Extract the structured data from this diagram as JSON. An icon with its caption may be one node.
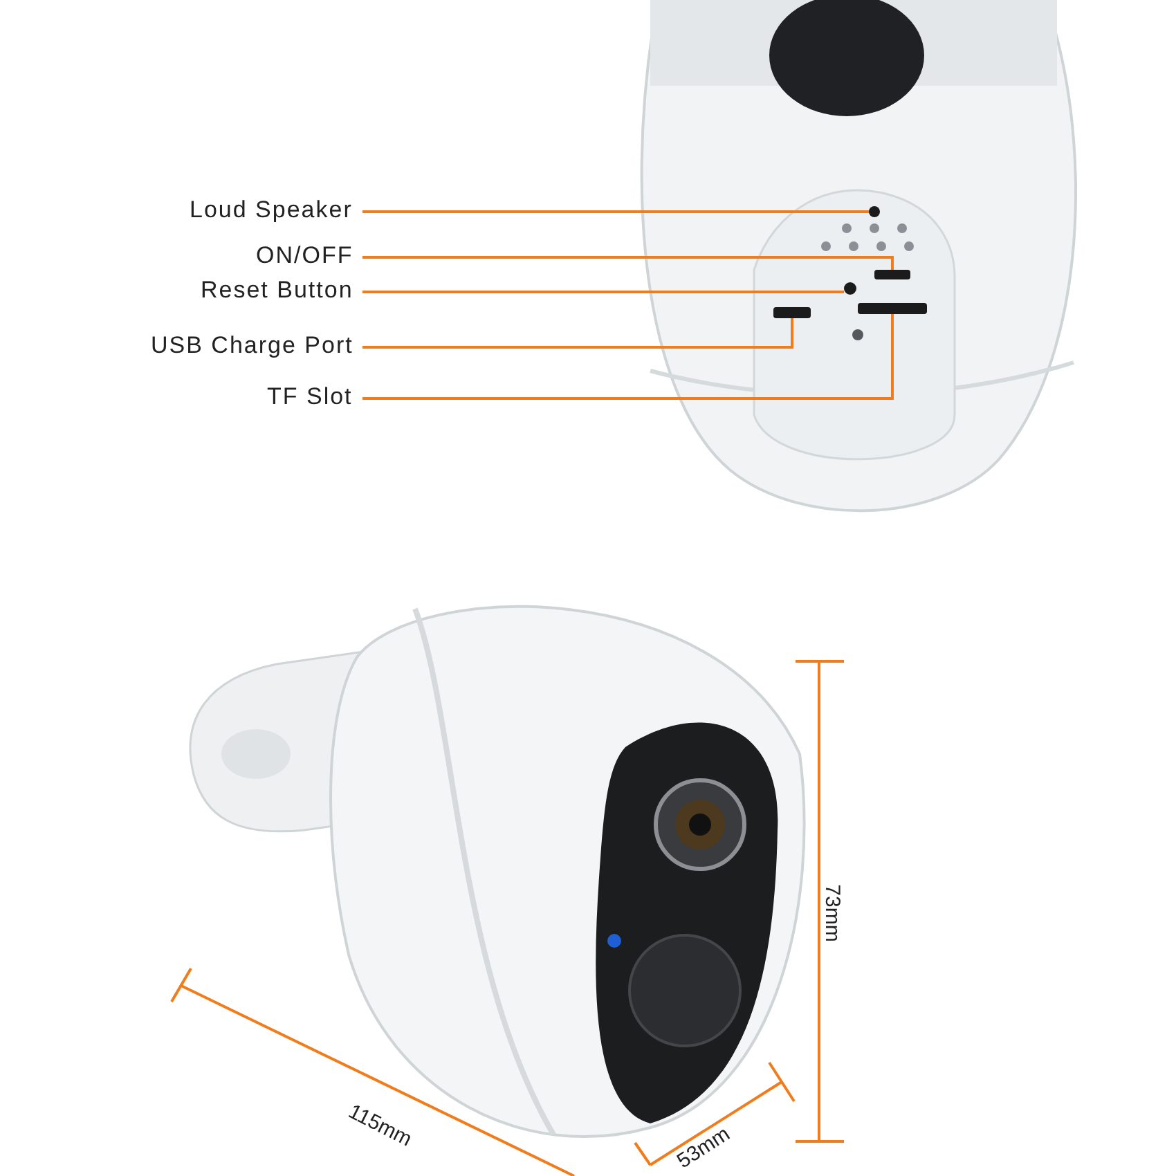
{
  "diagram": {
    "nodes": [
      {
        "text": [
          "Loud Speaker"
        ]
      },
      {
        "text": [
          "ON/OFF"
        ]
      },
      {
        "text": [
          "Reset Button"
        ]
      },
      {
        "text": [
          "USB Charge Port"
        ]
      },
      {
        "text": [
          "TF Slot"
        ]
      },
      {
        "text": [],
        "shape": "circle"
      },
      {
        "text": [],
        "shape": "bar"
      },
      {
        "text": [],
        "shape": "circle"
      },
      {
        "text": [],
        "shape": "bar"
      },
      {
        "text": [],
        "shape": "bar"
      }
    ],
    "edges": [
      {
        "from": 0,
        "to": 5,
        "arrow": "none"
      },
      {
        "from": 1,
        "to": 6,
        "arrow": "none"
      },
      {
        "from": 2,
        "to": 7,
        "arrow": "none"
      },
      {
        "from": 3,
        "to": 8,
        "arrow": "none"
      },
      {
        "from": 4,
        "to": 9,
        "arrow": "none"
      }
    ],
    "labels": [
      "73mm",
      "115mm",
      "53mm"
    ]
  }
}
